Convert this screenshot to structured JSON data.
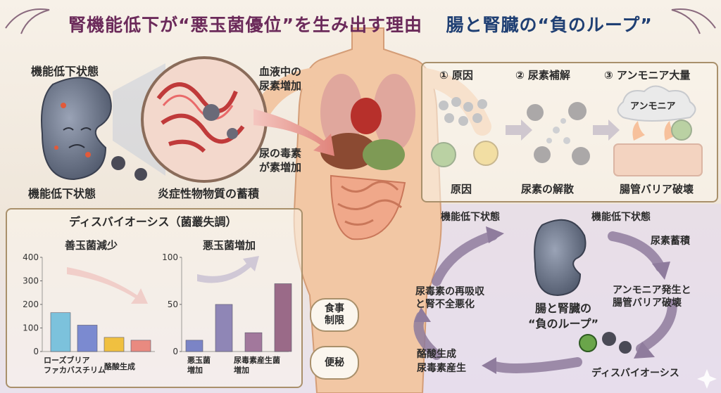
{
  "title": {
    "part1": "腎機能低下が“悪玉菌優位”を生み出す理由",
    "part2": "腸と腎臓の“負のループ”"
  },
  "kidney_panel": {
    "top_label": "機能低下状態",
    "bottom_label": "機能低下状態",
    "inflammation_label": "炎症性物物質の蓄積",
    "blood_label": "血液中の\n尿素増加",
    "toxin_label": "尿の毒素\nが素増加"
  },
  "steps": {
    "step1": "① 原因",
    "step2": "② 尿素補解",
    "step3": "③ アンモニア大量",
    "ammonia_cloud": "アンモニア",
    "caption1": "原因",
    "caption2": "尿素の解散",
    "caption3": "腸管バリア破壊"
  },
  "dysbiosis": {
    "header": "ディスバイオーシス（菌叢失調）",
    "left_title": "善玉菌減少",
    "right_title": "悪玉菌増加",
    "left_label_a": "ローズブリア\nファカバスチリム",
    "left_label_b": "酪酸生成",
    "right_label_a": "悪玉菌\n増加",
    "right_label_b": "尿毒素産生菌\n増加"
  },
  "chart_data": [
    {
      "type": "bar",
      "title": "善玉菌減少",
      "ylim": [
        0,
        400
      ],
      "yticks": [
        0,
        100,
        200,
        300,
        400
      ],
      "values": [
        165,
        112,
        60,
        48
      ],
      "colors": [
        "#7cc2dc",
        "#7b8ad0",
        "#f0c040",
        "#e98a80"
      ]
    },
    {
      "type": "bar",
      "title": "悪玉菌増加",
      "ylim": [
        0,
        100
      ],
      "yticks": [
        0,
        50,
        100
      ],
      "values": [
        12,
        50,
        20,
        72
      ],
      "colors": [
        "#7b84c6",
        "#8f86b6",
        "#a2789c",
        "#9a6a88"
      ]
    }
  ],
  "badges": {
    "diet": "食事\n制限",
    "constipation": "便秘"
  },
  "cycle": {
    "center": "腸と腎臓の\n“負のループ”",
    "top_left": "機能低下状態",
    "top_right": "機能低下状態",
    "right1": "尿素蓄積",
    "right2": "アンモニア発生と\n腸管バリア破壊",
    "bottom": "ディスバイオーシス",
    "bottom_left": "酪酸生成\n尿毒素産生",
    "left": "尿毒素の再吸収\nと腎不全悪化"
  },
  "colors": {
    "title_primary": "#6b2a5a",
    "title_secondary": "#1f3f73",
    "panel_border": "#a9906b",
    "arrow": "#8f7c9d"
  }
}
